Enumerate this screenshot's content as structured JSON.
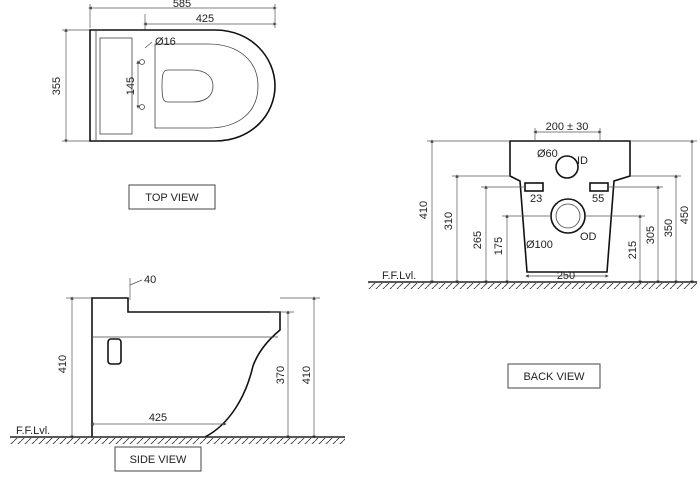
{
  "views": {
    "top": {
      "label": "TOP VIEW",
      "dims": {
        "overall_length": "585",
        "seat_length": "425",
        "depth": "355",
        "hole_spacing": "145",
        "hole_diameter": "Ø16"
      }
    },
    "side": {
      "label": "SIDE VIEW",
      "floor_label": "F.F.Lvl.",
      "dims": {
        "step": "40",
        "height": "410",
        "outlet_height": "370",
        "total_height": "410",
        "base_length": "425"
      }
    },
    "back": {
      "label": "BACK VIEW",
      "floor_label": "F.F.Lvl.",
      "dims": {
        "bolt_spacing": "200 ± 30",
        "supply_diameter": "Ø60",
        "supply_note": "ID",
        "bolt_left": "23",
        "bolt_right": "55",
        "waste_diameter": "Ø100",
        "waste_note": "OD",
        "base_width": "250",
        "h410": "410",
        "h310": "310",
        "h265": "265",
        "h175": "175",
        "h215": "215",
        "h305": "305",
        "h350": "350",
        "h450": "450"
      }
    }
  }
}
